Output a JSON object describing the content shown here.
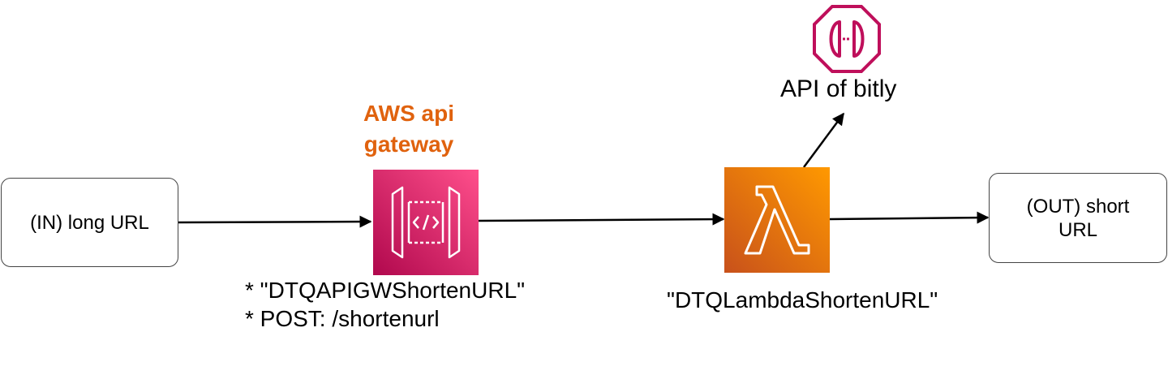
{
  "diagram": {
    "input_box": {
      "text": "(IN) long URL"
    },
    "output_box": {
      "line1": "(OUT) short",
      "line2": "URL"
    },
    "api_gateway": {
      "title_line1": "AWS api",
      "title_line2": "gateway",
      "name_line": "* \"DTQAPIGWShortenURL\"",
      "method_line": "* POST: /shortenurl"
    },
    "lambda": {
      "name": "\"DTQLambdaShortenURL\""
    },
    "external_api": {
      "label": "API of bitly"
    },
    "colors": {
      "gateway_gradient_start": "#b0084d",
      "gateway_gradient_end": "#ff4f8b",
      "lambda_gradient_start": "#c8511b",
      "lambda_gradient_end": "#ff9900",
      "gateway_title": "#e0620e",
      "bitly_icon": "#bf0f5b"
    },
    "icons": [
      "api-gateway-icon",
      "lambda-icon",
      "http-endpoint-icon"
    ]
  }
}
